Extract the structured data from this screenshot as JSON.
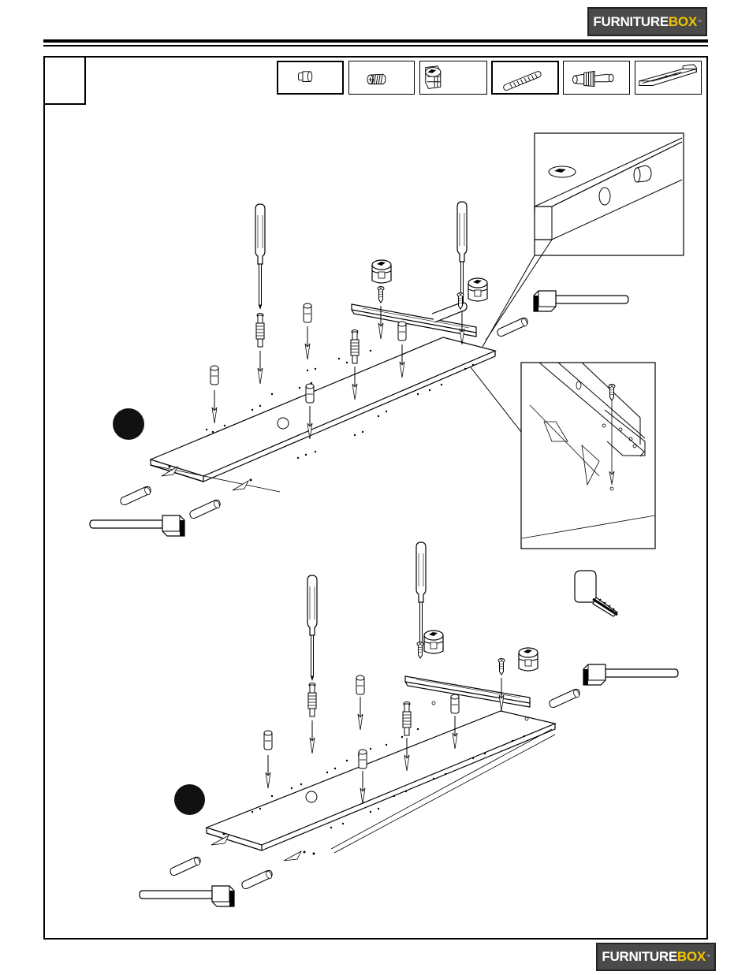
{
  "header": {
    "brand_primary": "FURNITURE",
    "brand_accent": "BOX",
    "trademark": "™"
  },
  "footer": {
    "brand_primary": "FURNITURE",
    "brand_accent": "BOX",
    "trademark": "™"
  },
  "step": {
    "number": ""
  },
  "parts": [
    {
      "icon": "wood-dowel-icon"
    },
    {
      "icon": "screw-icon"
    },
    {
      "icon": "cam-lock-icon"
    },
    {
      "icon": "long-dowel-icon"
    },
    {
      "icon": "cam-bolt-icon"
    },
    {
      "icon": "drawer-runner-icon"
    }
  ],
  "colors": {
    "brand_gray": "#4a4a4a",
    "brand_yellow": "#f0c400",
    "ink": "#000000"
  }
}
